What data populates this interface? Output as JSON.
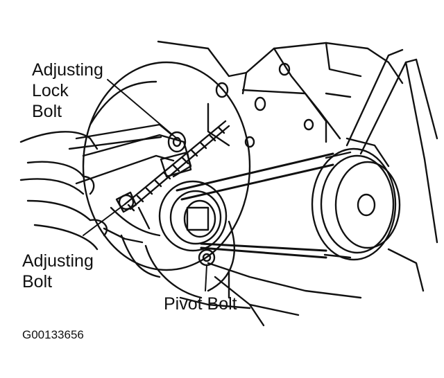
{
  "labels": {
    "adjusting_lock_bolt": [
      "Adjusting",
      "Lock",
      "Bolt"
    ],
    "adjusting_bolt": [
      "Adjusting",
      "Bolt"
    ],
    "pivot_bolt": "Pivot Bolt"
  },
  "figure_code": "G00133656",
  "colors": {
    "line": "#111111",
    "background": "#ffffff"
  }
}
